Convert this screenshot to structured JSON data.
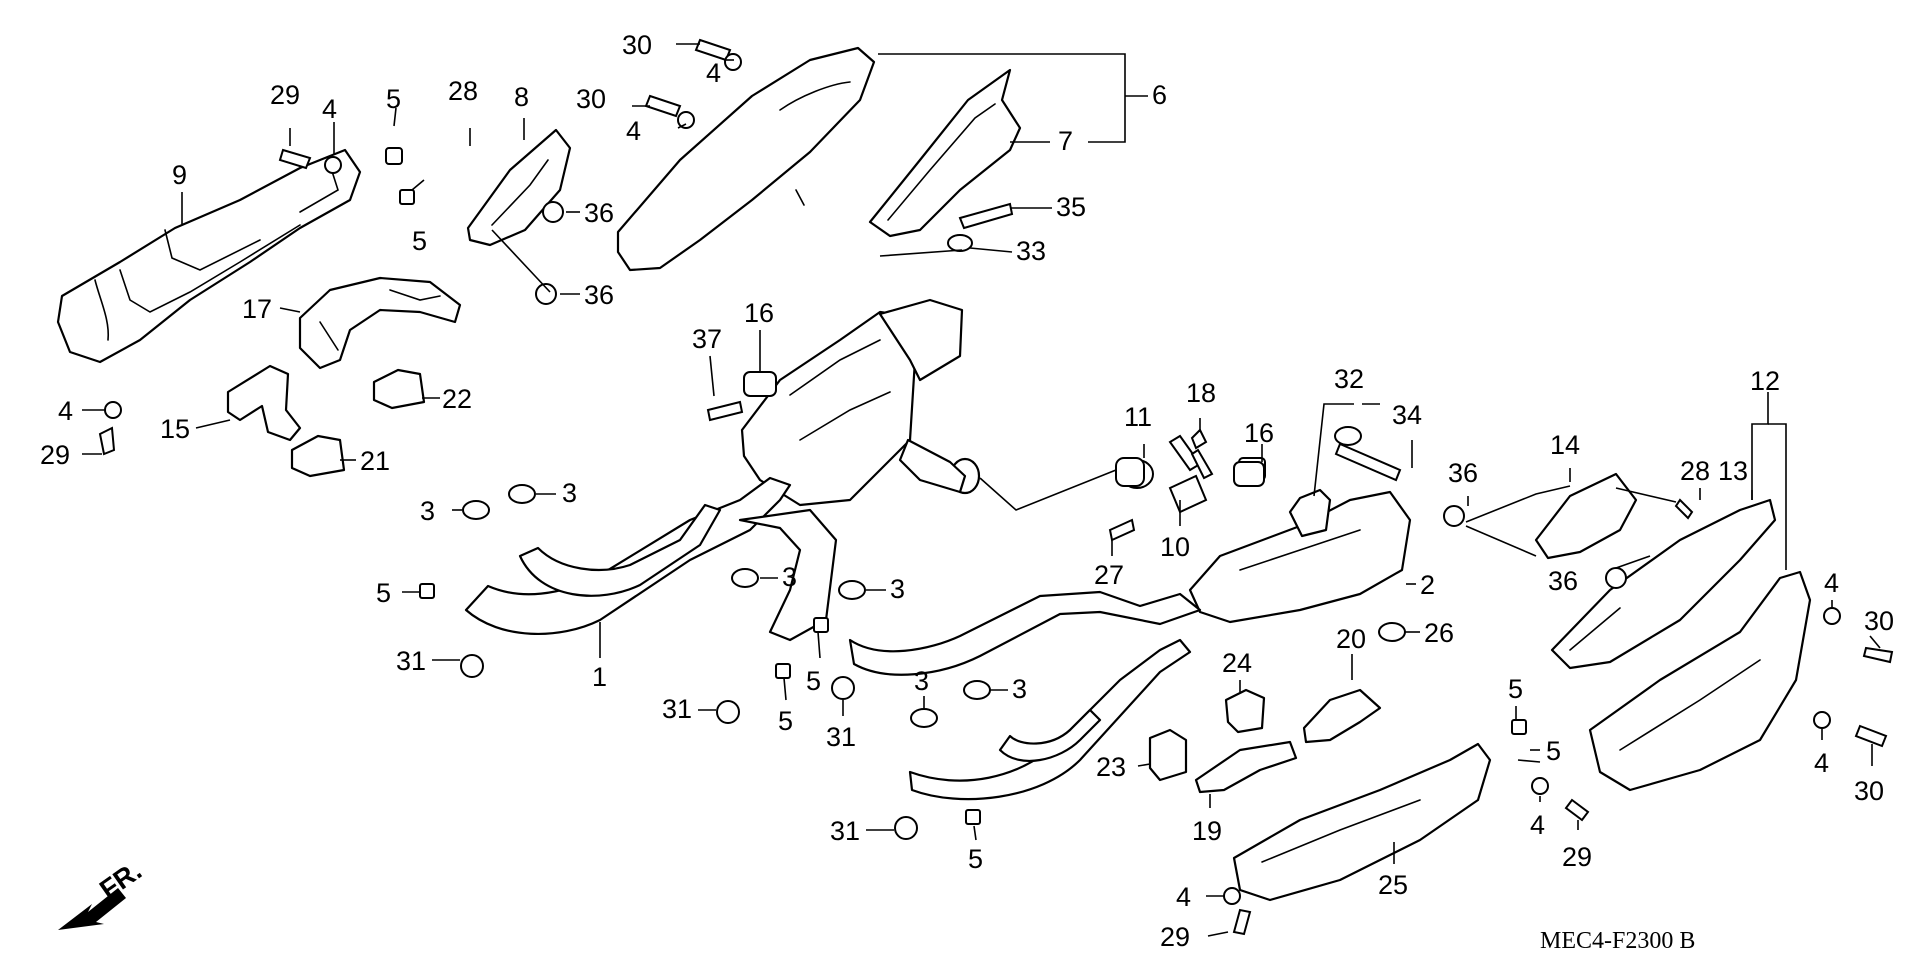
{
  "diagram_code": "MEC4-F2300 B",
  "front_indicator": "FR.",
  "callouts": {
    "c1": "1",
    "c2": "2",
    "c3a": "3",
    "c3b": "3",
    "c3c": "3",
    "c3d": "3",
    "c3e": "3",
    "c3f": "3",
    "c4a": "4",
    "c4b": "4",
    "c4c": "4",
    "c4d": "4",
    "c4e": "4",
    "c4f": "4",
    "c4g": "4",
    "c5a": "5",
    "c5b": "5",
    "c5c": "5",
    "c5d": "5",
    "c5e": "5",
    "c5f": "5",
    "c5g": "5",
    "c5h": "5",
    "c6": "6",
    "c7": "7",
    "c8": "8",
    "c9": "9",
    "c10": "10",
    "c11": "11",
    "c12": "12",
    "c13": "13",
    "c14": "14",
    "c15": "15",
    "c16a": "16",
    "c16b": "16",
    "c17": "17",
    "c18": "18",
    "c19": "19",
    "c20": "20",
    "c21": "21",
    "c22": "22",
    "c23": "23",
    "c24": "24",
    "c25": "25",
    "c26": "26",
    "c27": "27",
    "c28a": "28",
    "c28b": "28",
    "c29a": "29",
    "c29b": "29",
    "c29c": "29",
    "c29d": "29",
    "c30a": "30",
    "c30b": "30",
    "c30c": "30",
    "c30d": "30",
    "c31a": "31",
    "c31b": "31",
    "c31c": "31",
    "c31d": "31",
    "c32": "32",
    "c33": "33",
    "c34": "34",
    "c35": "35",
    "c36a": "36",
    "c36b": "36",
    "c36c": "36",
    "c36d": "36",
    "c37": "37"
  }
}
